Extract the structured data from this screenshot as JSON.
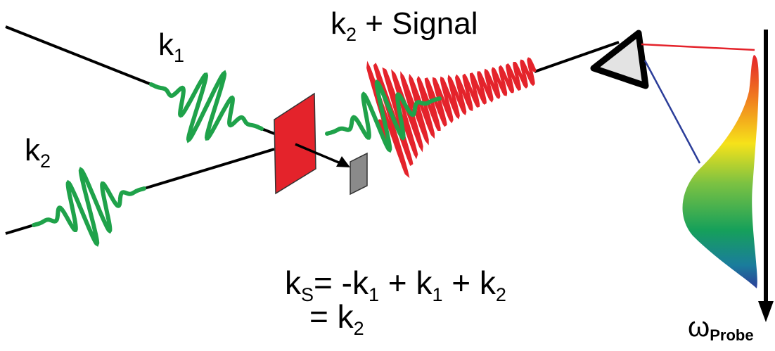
{
  "labels": {
    "k1": {
      "main": "k",
      "sub": "1"
    },
    "k2_left": {
      "main": "k",
      "sub": "2"
    },
    "k2_signal": {
      "main": "k",
      "sub": "2",
      "rest": " + Signal"
    },
    "equation_line1": {
      "ks": "k",
      "ks_sub": "S",
      "eq": "= -k",
      "s1": "1",
      "plus1": " + k",
      "s2": "1",
      "plus2": " + k",
      "s3": "2"
    },
    "equation_line2": {
      "eq": "= k",
      "sub": "2"
    },
    "omega_axis": {
      "symbol": "ω",
      "sub": "Probe"
    }
  },
  "colors": {
    "pulse": "#1fa24a",
    "signal": "#e4232b",
    "sample": "#e4232b",
    "blocker": "#8a8a8a",
    "prism_fill": "#e3e3e3",
    "ray_red": "#e4232b",
    "ray_blue": "#2b3d99"
  }
}
